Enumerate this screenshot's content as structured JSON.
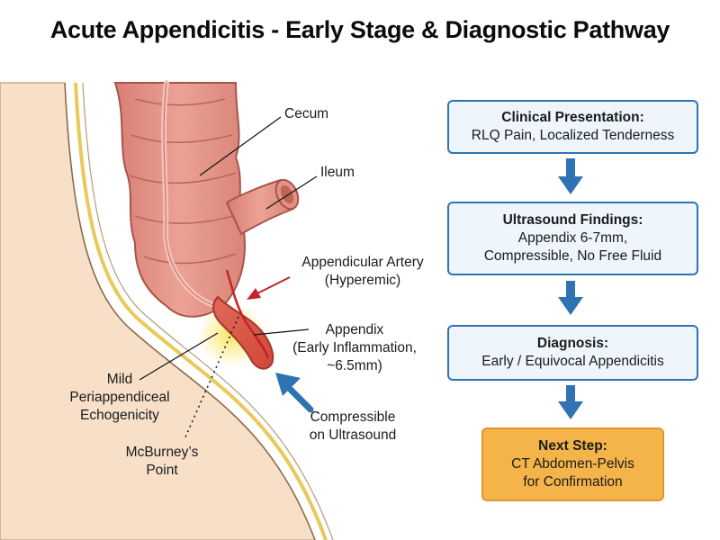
{
  "title": "Acute Appendicitis - Early Stage & Diagnostic Pathway",
  "labels": {
    "cecum": "Cecum",
    "ileum": "Ileum",
    "artery_line1": "Appendicular Artery",
    "artery_line2": "(Hyperemic)",
    "appendix_line1": "Appendix",
    "appendix_line2": "(Early Inflammation,",
    "appendix_line3": "~6.5mm)",
    "compressible_line1": "Compressible",
    "compressible_line2": "on Ultrasound",
    "echo_line1": "Mild",
    "echo_line2": "Periappendiceal",
    "echo_line3": "Echogenicity",
    "mcburney_line1": "McBurney’s",
    "mcburney_line2": "Point"
  },
  "pathway": [
    {
      "heading": "Clinical Presentation:",
      "lines": [
        "RLQ Pain, Localized Tenderness"
      ]
    },
    {
      "heading": "Ultrasound Findings:",
      "lines": [
        "Appendix 6-7mm,",
        "Compressible, No Free Fluid"
      ]
    },
    {
      "heading": "Diagnosis:",
      "lines": [
        "Early / Equivocal Appendicitis"
      ]
    },
    {
      "heading": "Next Step:",
      "lines": [
        "CT Abdomen-Pelvis",
        "for Confirmation"
      ]
    }
  ],
  "colors": {
    "box_border": "#2f73b5",
    "box_fill": "#eef5fb",
    "arrow_blue": "#2f73b5",
    "final_box_fill": "#f5b44a",
    "artery_red": "#c8202a",
    "bowel_pink": "#e89a8e",
    "skin": "#f7dfc8"
  }
}
